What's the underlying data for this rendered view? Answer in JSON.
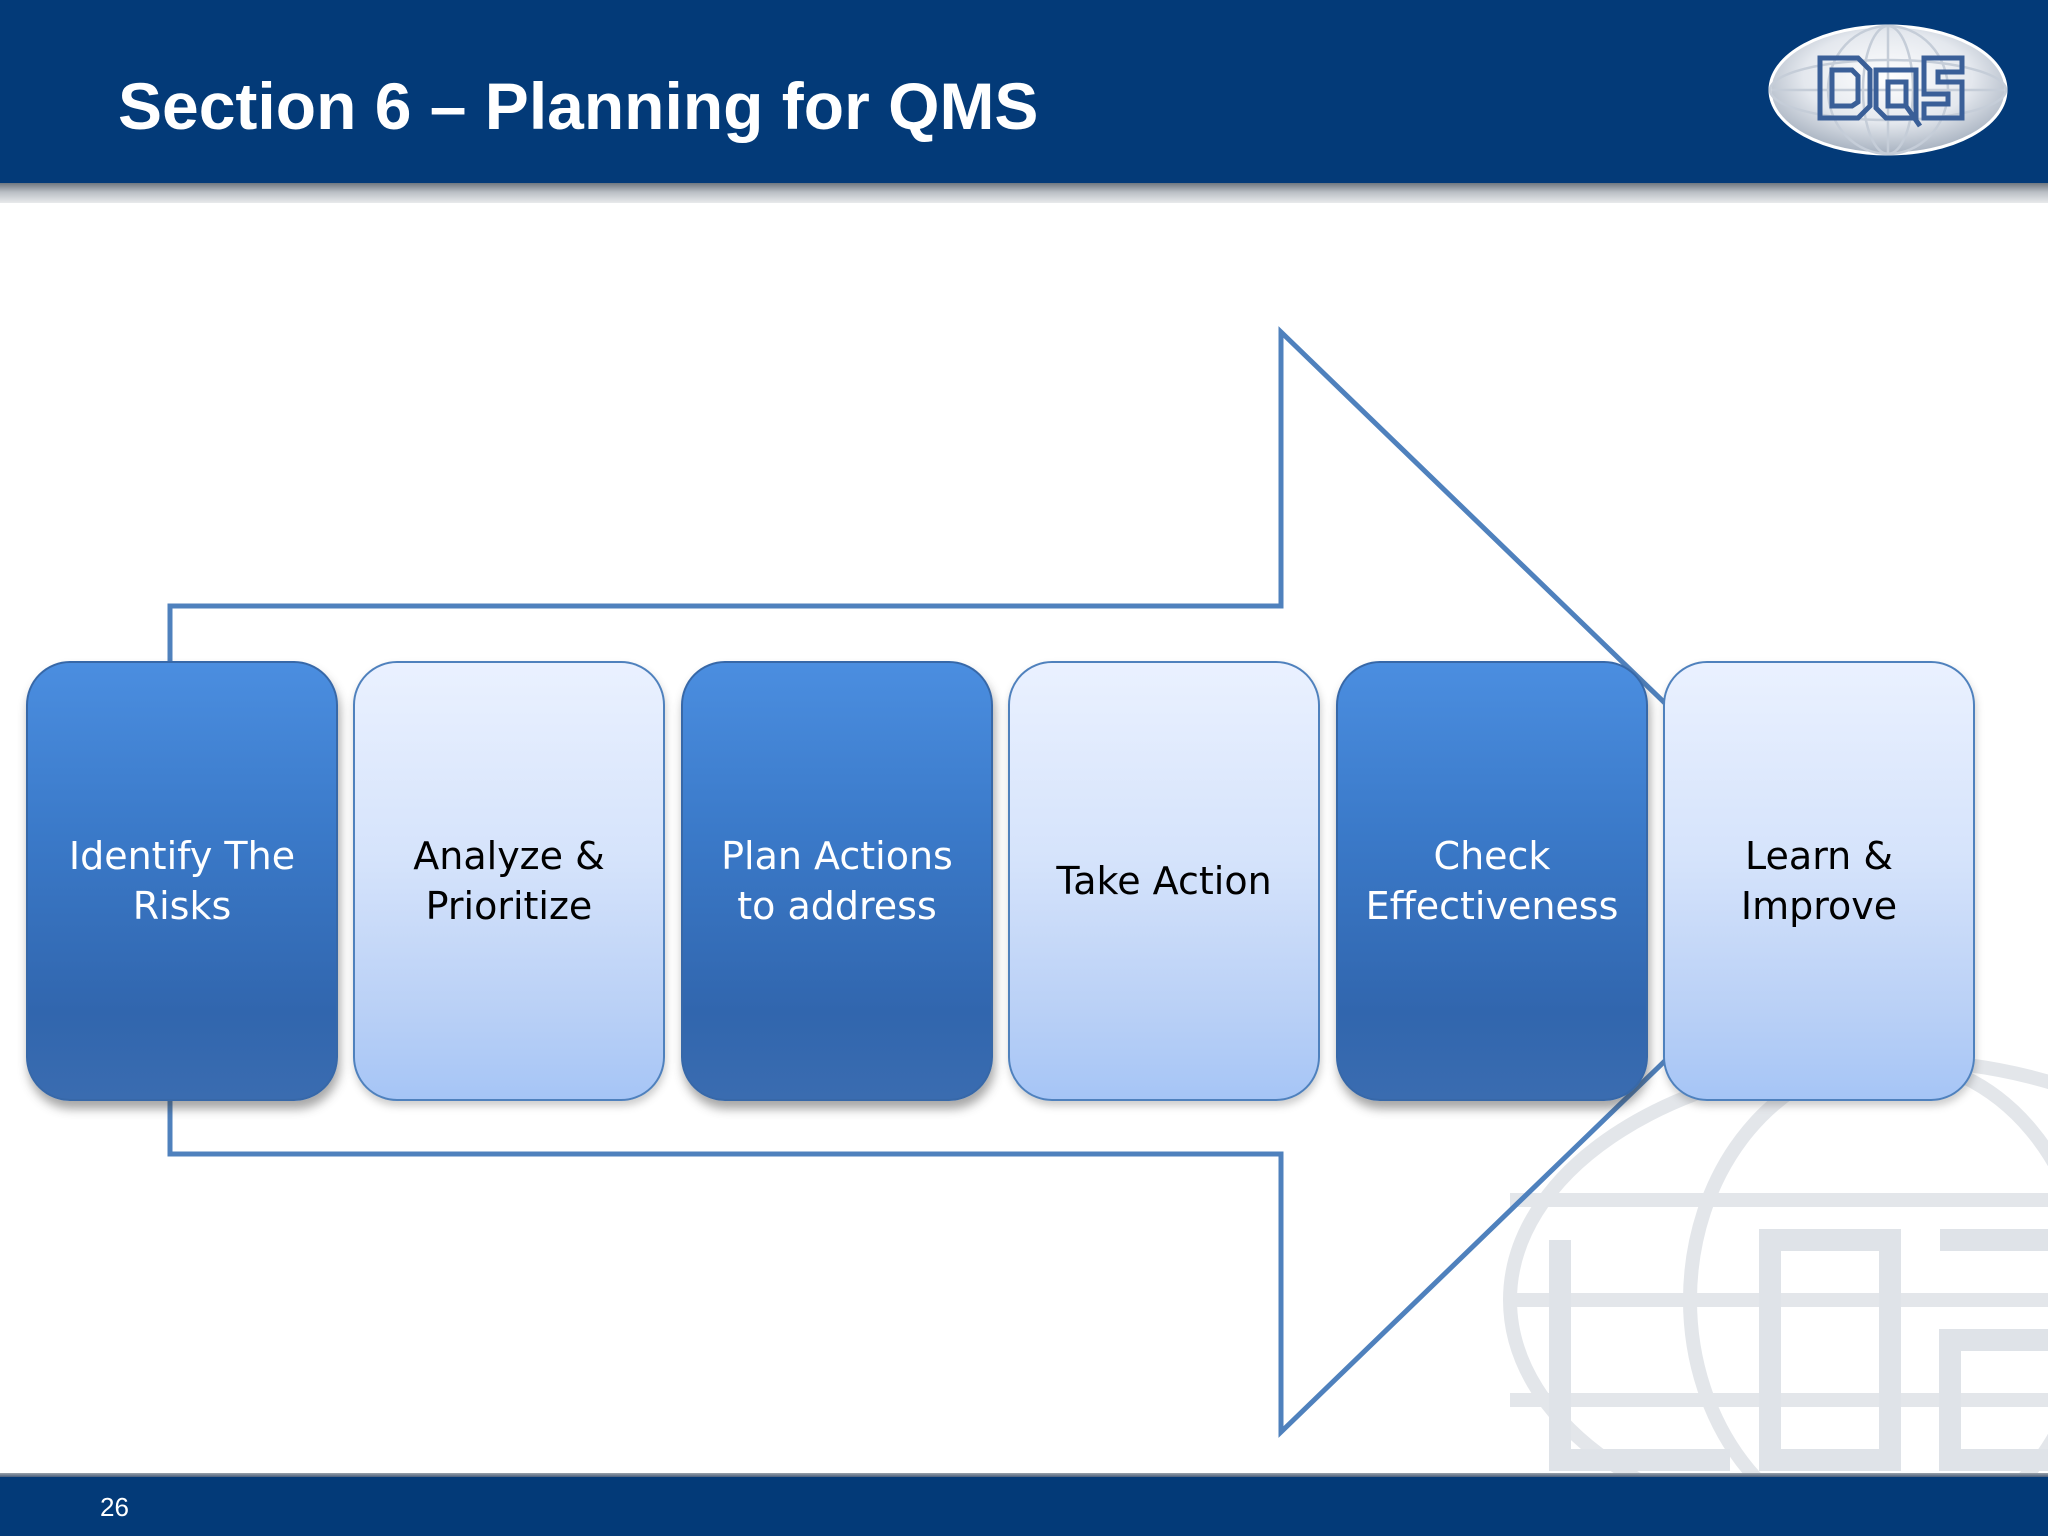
{
  "slide": {
    "title": "Section 6 – Planning for QMS",
    "page_number": "26"
  },
  "logo": {
    "text": "DQS"
  },
  "steps": [
    {
      "label": "Identify The\nRisks",
      "style": "dark"
    },
    {
      "label": "Analyze &\nPrioritize",
      "style": "light"
    },
    {
      "label": "Plan Actions\nto address",
      "style": "dark"
    },
    {
      "label": "Take Action",
      "style": "light"
    },
    {
      "label": "Check\nEffectiveness",
      "style": "dark"
    },
    {
      "label": "Learn &\nImprove",
      "style": "light"
    }
  ],
  "colors": {
    "header": "#033a78",
    "arrow_outline": "#4f81bd",
    "step_dark": "#3a79c8",
    "step_light": "#d5e3fb"
  }
}
